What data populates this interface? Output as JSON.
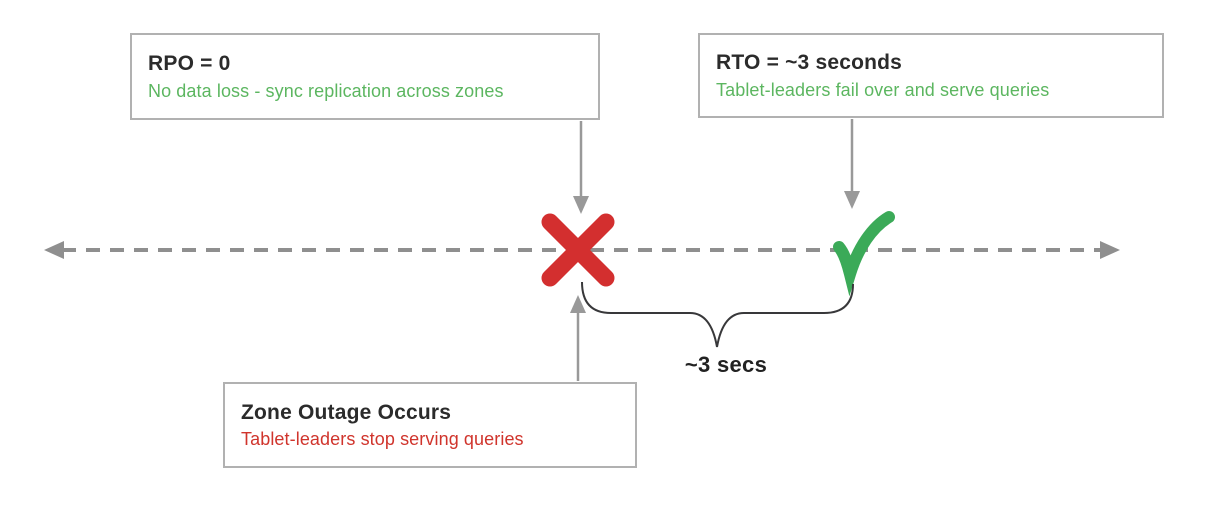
{
  "diagram": {
    "title": "zone-outage-recovery-timeline",
    "rpo_box": {
      "title": "RPO = 0",
      "subtitle": "No data loss - sync replication across zones"
    },
    "rto_box": {
      "title": "RTO = ~3 seconds",
      "subtitle": "Tablet-leaders fail over and serve queries"
    },
    "outage_box": {
      "title": "Zone Outage Occurs",
      "subtitle": "Tablet-leaders stop serving queries"
    },
    "duration_label": "~3 secs",
    "icons": {
      "failure_marker": "red-x-icon",
      "recovery_marker": "green-check-icon",
      "timeline_ends": "left-and-right-arrowhead-icons",
      "connectors": "gray-arrow-icons",
      "span_indicator": "curly-brace"
    },
    "colors": {
      "x_red": "#d32f2f",
      "check_green": "#3baa58",
      "subtitle_green": "#5cb660",
      "subtitle_red": "#d0342c",
      "title_text": "#2b2b2b",
      "box_border": "#b1b1b1",
      "arrow_gray": "#999999",
      "timeline_gray": "#8f8f8f",
      "brace_dark": "#38383a",
      "background": "#ffffff"
    }
  }
}
